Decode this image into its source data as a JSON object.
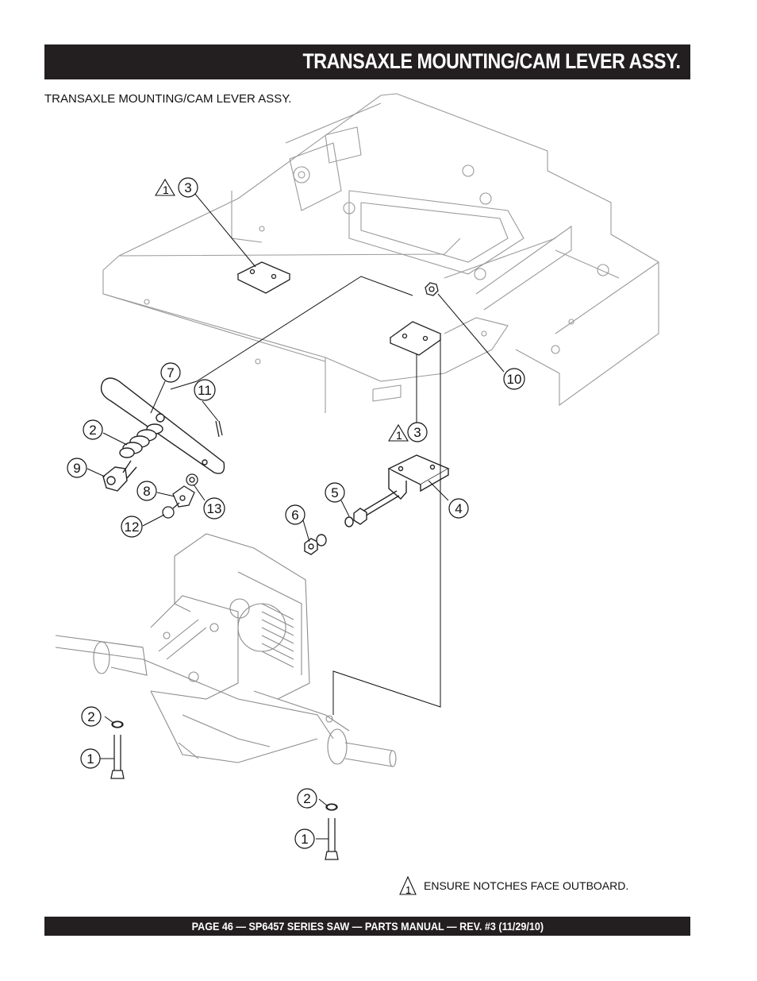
{
  "header": {
    "title": "TRANSAXLE MOUNTING/CAM LEVER ASSY."
  },
  "subtitle": "TRANSAXLE MOUNTING/CAM LEVER ASSY.",
  "note": {
    "marker": "1",
    "text": "ENSURE NOTCHES FACE OUTBOARD."
  },
  "footer": {
    "text": "PAGE 46 — SP6457 SERIES SAW  — PARTS MANUAL — REV. #3 (11/29/10)"
  },
  "callouts": {
    "c3a": "3",
    "c3b": "3",
    "c7": "7",
    "c11": "11",
    "c2a": "2",
    "c9": "9",
    "c8": "8",
    "c13": "13",
    "c12": "12",
    "c5": "5",
    "c6": "6",
    "c4": "4",
    "c10": "10",
    "c2b": "2",
    "c1a": "1",
    "c2c": "2",
    "c1b": "1",
    "t1a": "1",
    "t1b": "1"
  }
}
